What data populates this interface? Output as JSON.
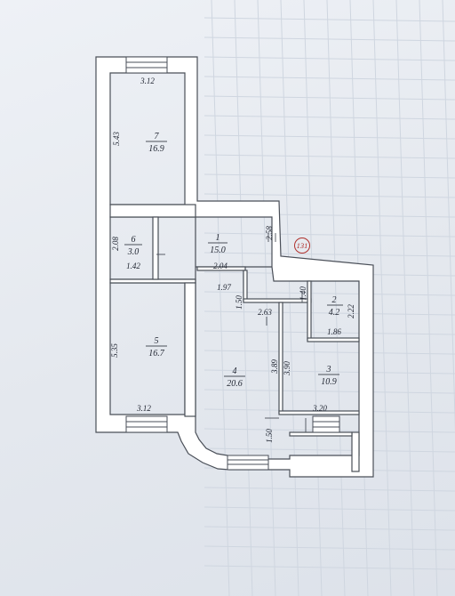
{
  "stamp": {
    "number": "131",
    "color": "#b0302c"
  },
  "rooms": [
    {
      "id": "7",
      "area": "16.9"
    },
    {
      "id": "6",
      "area": "3.0"
    },
    {
      "id": "1",
      "area": "15.0"
    },
    {
      "id": "5",
      "area": "16.7"
    },
    {
      "id": "4",
      "area": "20.6"
    },
    {
      "id": "2",
      "area": "4.2"
    },
    {
      "id": "3",
      "area": "10.9"
    }
  ],
  "dimensions": {
    "room7_width": "3.12",
    "room7_length": "5.43",
    "room6_height": "2.08",
    "room6_width": "1.42",
    "corridor_height": "2.58",
    "corridor_width": "2.04",
    "room4_top": "1.97",
    "step_height": "1.50",
    "step_width": "2.63",
    "room2_height": "1.40",
    "room2_right": "2.22",
    "room2_width": "1.86",
    "room5_length": "5.35",
    "room5_width": "3.12",
    "room4_height": "3.89",
    "room3_height": "3.90",
    "room3_width": "3.20",
    "bay_height": "1.50"
  },
  "colors": {
    "paper": "#eef1f6",
    "wall": "#4a4f58",
    "grid": "#cfd6e0"
  }
}
